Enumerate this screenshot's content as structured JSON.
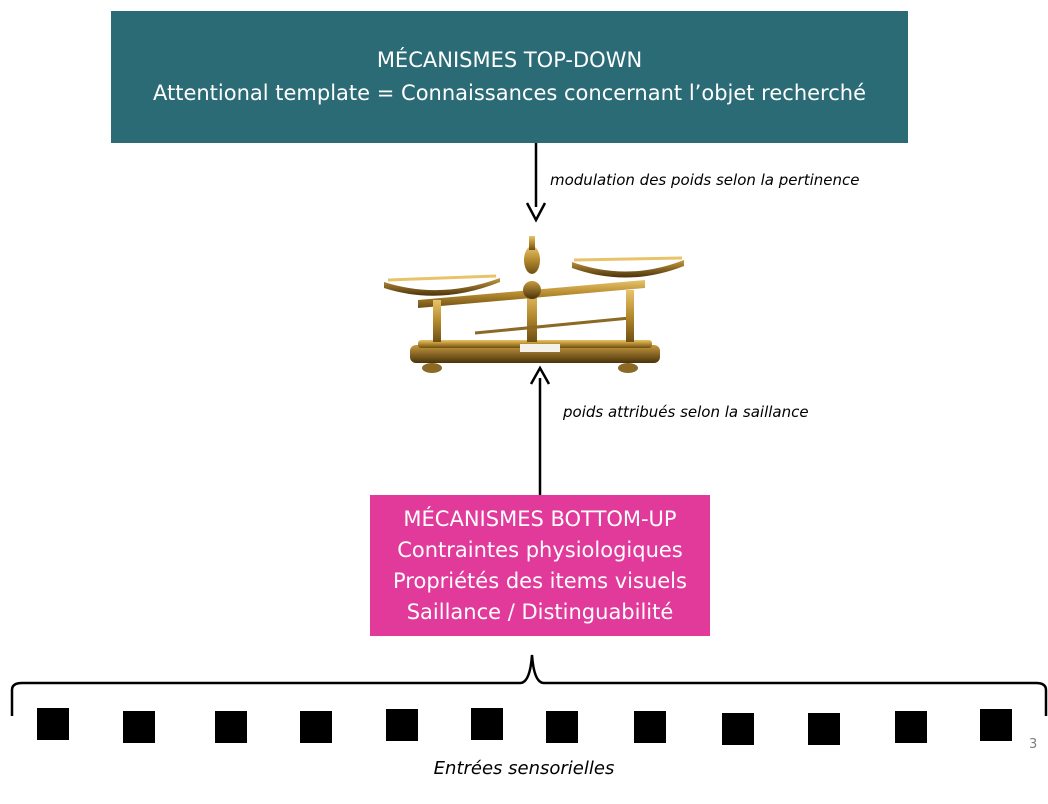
{
  "top_box": {
    "title": "MÉCANISMES TOP-DOWN",
    "subtitle": "Attentional template = Connaissances concernant l’objet recherché",
    "color": "#2b6b76"
  },
  "arrow_down_label": "modulation des poids selon la pertinence",
  "arrow_up_label": "poids attribués selon la saillance",
  "bottom_box": {
    "lines": [
      "MÉCANISMES BOTTOM-UP",
      "Contraintes physiologiques",
      "Propriétés des items visuels",
      "Saillance / Distinguabilité"
    ],
    "color": "#e23a9b"
  },
  "sensory_inputs": {
    "label": "Entrées sensorielles",
    "item_count": 12
  },
  "page_number": "3",
  "icons": {
    "scale": "balance-scale-icon",
    "brace": "curly-brace-icon"
  }
}
